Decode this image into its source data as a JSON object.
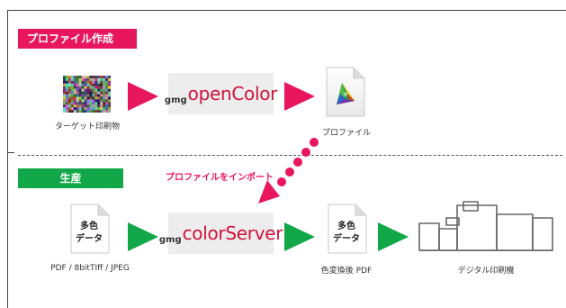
{
  "sections": {
    "profile_label": "プロファイル作成",
    "production_label": "生産"
  },
  "top_row": {
    "target_caption": "ターゲット印刷物",
    "opencolor_gmg": "gmg",
    "opencolor_name": "openColor",
    "profile_caption": "プロファイル"
  },
  "import_label": "プロファイルをインポート",
  "bottom_row": {
    "input_doc_line1": "多色",
    "input_doc_line2": "データ",
    "input_caption": "PDF / 8bitTIff / JPEG",
    "colorserver_gmg": "gmg",
    "colorserver_name": "colorServer",
    "output_doc_line1": "多色",
    "output_doc_line2": "データ",
    "output_caption": "色変換後 PDF",
    "press_caption": "デジタル印刷機"
  },
  "colors": {
    "pink": "#e8175d",
    "green": "#12a84a",
    "logo_red": "#d0123b"
  },
  "icons": [
    "color-target-icon",
    "icc-profile-file-icon",
    "document-icon",
    "digital-press-icon"
  ]
}
